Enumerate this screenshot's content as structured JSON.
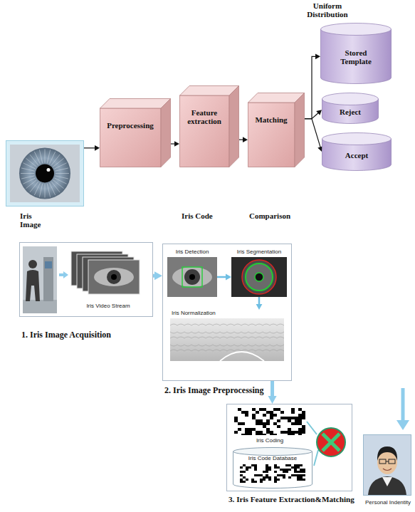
{
  "diagram": {
    "nodes": [
      {
        "text": [
          "Iris Image"
        ]
      },
      {
        "text": [
          "Preprocessing"
        ]
      },
      {
        "text": [
          "Feature extraction"
        ]
      },
      {
        "text": [
          "Matching"
        ]
      },
      {
        "text": [
          "Stored Template"
        ]
      },
      {
        "text": [
          "Reject"
        ]
      },
      {
        "text": [
          "Accept"
        ]
      },
      {
        "text": [
          "Iris Video Stream",
          "1. Iris Image Acquisition"
        ]
      },
      {
        "text": [
          "2. Iris Image Preprocessing"
        ]
      },
      {
        "text": [
          "Iris Detection"
        ],
        "in": 8
      },
      {
        "text": [
          "Iris Segmentation"
        ],
        "in": 8
      },
      {
        "text": [
          "Iris Normalization"
        ],
        "in": 8
      },
      {
        "text": [
          "3. Iris Feature Extraction&Matching"
        ]
      },
      {
        "text": [
          "Iris Coding"
        ],
        "in": 12
      },
      {
        "text": [
          "Iris Code Database"
        ],
        "in": 12
      },
      {
        "text": [
          "Personal Indentity"
        ]
      }
    ],
    "edges": [
      {
        "from": 0,
        "to": 1,
        "arrow": "to"
      },
      {
        "from": 1,
        "to": 2,
        "arrow": "to"
      },
      {
        "from": 2,
        "to": 3,
        "arrow": "to"
      },
      {
        "from": 3,
        "to": 4,
        "arrow": "to"
      },
      {
        "from": 3,
        "to": 5,
        "arrow": "to"
      },
      {
        "from": 3,
        "to": 6,
        "arrow": "to"
      },
      {
        "from": 7,
        "to": 8,
        "arrow": "to"
      },
      {
        "from": 9,
        "to": 10,
        "arrow": "to"
      },
      {
        "from": 10,
        "to": 11,
        "arrow": "to"
      },
      {
        "from": 8,
        "to": 12,
        "arrow": "to"
      }
    ],
    "labels": [
      "Uniform Distribution",
      "Iris Code",
      "Comparison"
    ]
  }
}
